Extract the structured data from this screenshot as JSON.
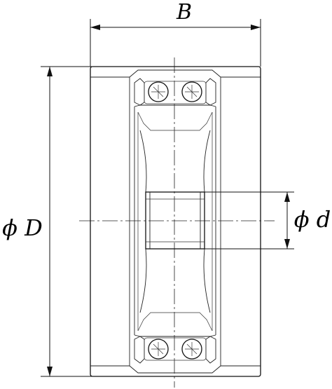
{
  "labels": {
    "width": "B",
    "outer_diameter": "ϕ D",
    "bore_diameter": "ϕ d"
  }
}
